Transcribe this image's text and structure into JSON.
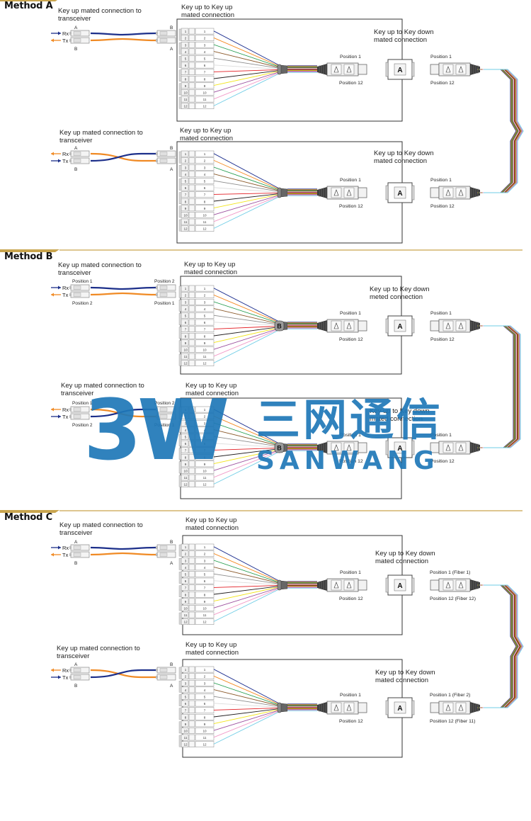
{
  "colors": {
    "accent_gold": "#c9a54e",
    "watermark_blue": "#1f78b8",
    "tx_orange": "#f08a24",
    "rx_blue": "#1c2f8a"
  },
  "fiber_colors": [
    "#1d2f8f",
    "#f58a22",
    "#1f9a4a",
    "#8b5a2b",
    "#8c8c8c",
    "#dcdcdc",
    "#e31e24",
    "#231f20",
    "#f2e41b",
    "#9b4f9e",
    "#f29ac8",
    "#6fcde6"
  ],
  "method_titles": [
    "Method A",
    "Method B",
    "Method C"
  ],
  "port_numbers": [
    "1",
    "2",
    "3",
    "4",
    "5",
    "6",
    "7",
    "8",
    "9",
    "10",
    "11",
    "12"
  ],
  "pos1": "Position 1",
  "pos2": "Position 2",
  "pos12": "Position 12",
  "rx": "Rx",
  "tx": "Tx",
  "a": "A",
  "b": "B",
  "ku_tr": "Key up mated connection to transceiver",
  "ku_ku": "Key up to Key up mated connection",
  "ku_kd": "Key up to Key down mated connection",
  "ku_kd_b": "Key up to Key down meted connection",
  "pos1_f1": "Position 1 (Fiber 1)",
  "pos12_f12": "Position 12 (Fiber 12)",
  "pos1_f2": "Position 1 (Fiber 2)",
  "pos12_f11": "Position 12 (Fiber 11)",
  "watermark": {
    "logo": "3W",
    "chinese": "三网通信",
    "latin": "SANWANG"
  }
}
